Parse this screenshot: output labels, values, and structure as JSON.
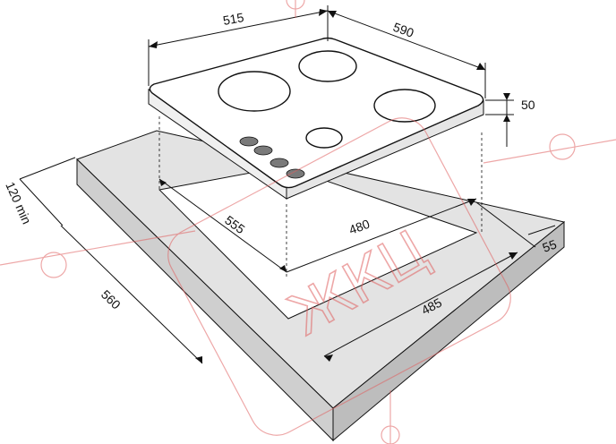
{
  "diagram": {
    "dimensions": {
      "width_top": "515",
      "depth_top": "590",
      "height": "50",
      "cutout_depth": "555",
      "cutout_width": "480",
      "edge_offset": "55",
      "worktop_depth": "560",
      "worktop_width": "485",
      "min_clearance": "120 min"
    },
    "watermark": {
      "text": "ЖКЦ"
    },
    "colors": {
      "line": "#111111",
      "glass": "#ffffff",
      "worktop_top": "#e3e3e3",
      "worktop_side": "#c9c9c9",
      "burner_ring": "#111111",
      "knob": "#7a7a7a",
      "watermark": "#e06060"
    }
  }
}
